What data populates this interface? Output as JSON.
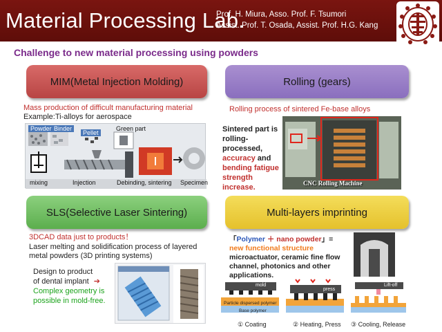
{
  "header": {
    "title": "Material Processing Lab.",
    "profs_line1": "Prof. H. Miura,  Asso. Prof. F. Tsumori",
    "profs_line2": "Assist. Prof. T. Osada, Assist. Prof. H.G. Kang"
  },
  "subtitle": "Challenge to new material processing using powders",
  "mim": {
    "box_label": "MIM(Metal Injection Molding)",
    "line1": "Mass production of difficult manufacturing material",
    "line2": "Example:Ti-alloys for aerospace",
    "tags": {
      "powder": "Powder",
      "binder": "Binder",
      "pellet": "Pellet",
      "green_part": "Green part"
    },
    "steps": {
      "mixing": "mixing",
      "injection": "Injection",
      "debinding": "Debinding, sintering",
      "specimen": "Specimen"
    }
  },
  "rolling": {
    "box_label": "Rolling (gears)",
    "line1": "Rolling process of sintered Fe-base alloys",
    "desc_a": "Sintered part is",
    "desc_b": "rolling-processed,",
    "desc_accuracy": "accuracy",
    "desc_and": " and",
    "desc_c": "bending fatigue",
    "desc_d": "strength increase.",
    "photo_caption": "CNC Rolling Machine"
  },
  "sls": {
    "box_label": "SLS(Selective Laser Sintering)",
    "line1": "3DCAD data just to products！",
    "line2": "Laser melting and solidification process of layered",
    "line3": "metal powders (3D printing systems)",
    "design_a": "Design to product",
    "design_b": "of dental implant",
    "arrow": "➔",
    "green_a": "Complex geometry is",
    "green_b": "possible in mold-free."
  },
  "multi": {
    "box_label": "Multi-layers imprinting",
    "bracket_open": "「",
    "polymer": "Polymer",
    "plus": " ＋ ",
    "nano": "nano powder",
    "bracket_close": "」=",
    "new_func": "new functional structure",
    "desc_a": "microactuator, ceramic fine flow",
    "desc_b": "channel, photonics and other",
    "desc_c": "applications.",
    "diagram_labels": {
      "mold": "mold",
      "particle": "Particle dispersed polymer",
      "base": "Base polymer",
      "press": "press",
      "liftoff": "Lift-off"
    },
    "captions": {
      "c1": "①  Coating",
      "c2": "②  Heating, Press",
      "c3": "③  Cooling, Release"
    }
  },
  "colors": {
    "header_bg": "#6e1510",
    "subtitle": "#7a2a8a",
    "mim_box": "#c85655",
    "rolling_box": "#9a80c7",
    "sls_box": "#72bf62",
    "multi_box": "#eccf41",
    "red_text": "#c0302e",
    "green_text": "#1ba31b"
  }
}
